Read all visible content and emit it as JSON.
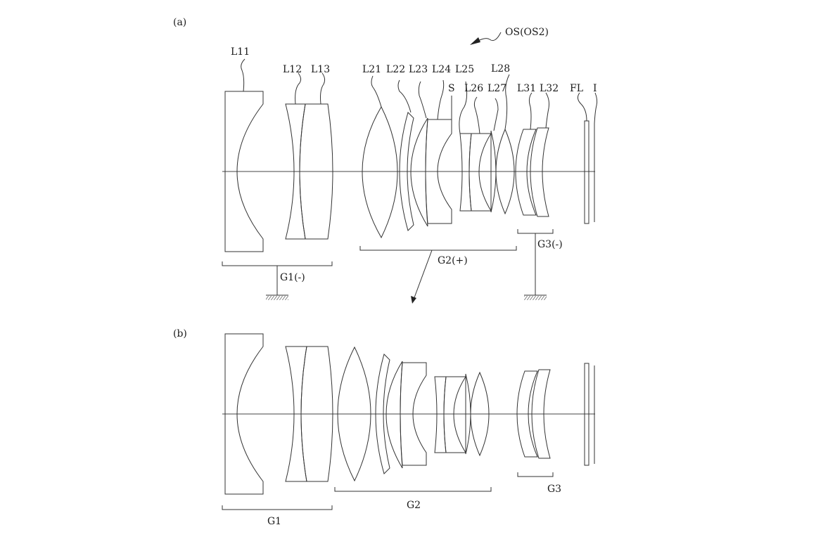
{
  "panel_a": {
    "label": "(a)",
    "system_label": "OS(OS2)",
    "lenses": {
      "L11": "L11",
      "L12": "L12",
      "L13": "L13",
      "L21": "L21",
      "L22": "L22",
      "L23": "L23",
      "L24": "L24",
      "L25": "L25",
      "S": "S",
      "L26": "L26",
      "L27": "L27",
      "L28": "L28",
      "L31": "L31",
      "L32": "L32",
      "FL": "FL",
      "I": "I"
    },
    "groups": {
      "G1": "G1(-)",
      "G2": "G2(+)",
      "G3": "G3(-)"
    }
  },
  "panel_b": {
    "label": "(b)",
    "groups": {
      "G1": "G1",
      "G2": "G2",
      "G3": "G3"
    }
  }
}
